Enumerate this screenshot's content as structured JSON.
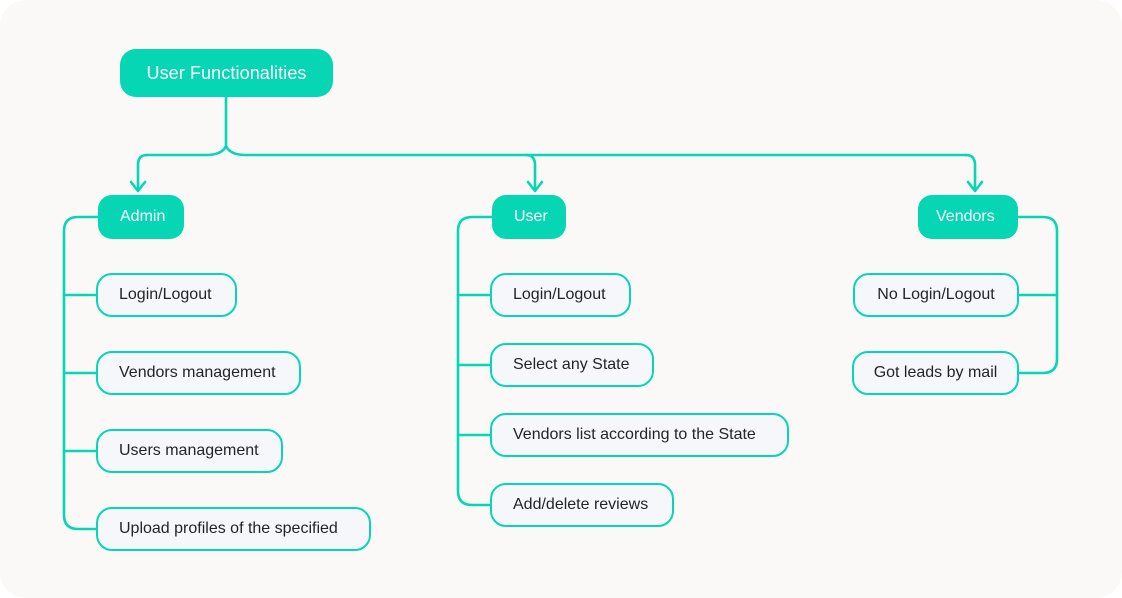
{
  "diagram": {
    "title": "User Functionalities",
    "type": "tree-diagram",
    "colors": {
      "accent": "#06D6B4",
      "node_fill": "#06D6B4",
      "node_text": "#FFFFFF",
      "leaf_fill": "#F6F7FA",
      "leaf_text": "#222528",
      "canvas_background": "#FAF9F7",
      "page_background": "#FFFFFF"
    },
    "root": {
      "label": "User Functionalities"
    },
    "branches": [
      {
        "label": "Admin",
        "children": [
          {
            "label": "Login/Logout"
          },
          {
            "label": "Vendors management"
          },
          {
            "label": "Users management"
          },
          {
            "label": "Upload profiles of the specified"
          }
        ]
      },
      {
        "label": "User",
        "children": [
          {
            "label": "Login/Logout"
          },
          {
            "label": "Select any State"
          },
          {
            "label": "Vendors list according to the State"
          },
          {
            "label": "Add/delete reviews"
          }
        ]
      },
      {
        "label": "Vendors",
        "children": [
          {
            "label": "No Login/Logout"
          },
          {
            "label": "Got leads by mail"
          }
        ]
      }
    ]
  }
}
